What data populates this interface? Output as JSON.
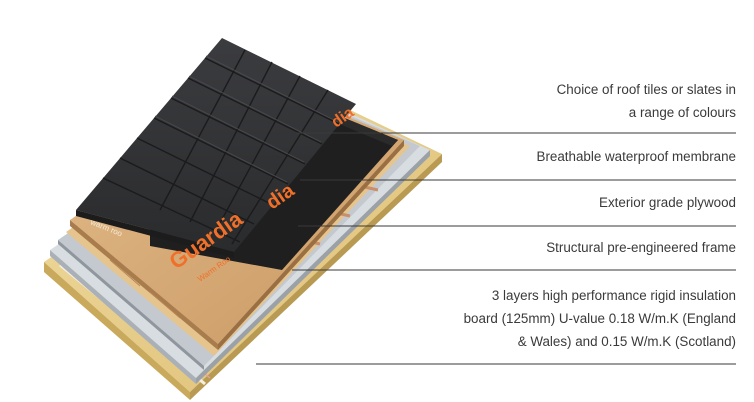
{
  "labels": [
    {
      "id": "tiles",
      "lines": [
        "Choice of roof tiles or slates in",
        "a range of colours"
      ]
    },
    {
      "id": "membrane",
      "lines": [
        "Breathable waterproof membrane"
      ]
    },
    {
      "id": "plywood",
      "lines": [
        "Exterior grade plywood"
      ]
    },
    {
      "id": "frame",
      "lines": [
        "Structural pre-engineered frame"
      ]
    },
    {
      "id": "insulation",
      "lines": [
        "3 layers high performance rigid insulation",
        "board (125mm) U-value 0.18 W/m.K (England",
        "& Wales) and 0.15 W/m.K (Scotland)"
      ]
    }
  ],
  "brand": {
    "logo_text": "Guardia",
    "logo_sub": "Warm Roo",
    "accent": "#f0702a"
  },
  "colors": {
    "tile": "#2f3032",
    "membrane": "#232323",
    "plywood": "#d6ab78",
    "insulation": "#e9d08e",
    "foil": "#c9ced4",
    "leader": "#3a3a3a"
  }
}
